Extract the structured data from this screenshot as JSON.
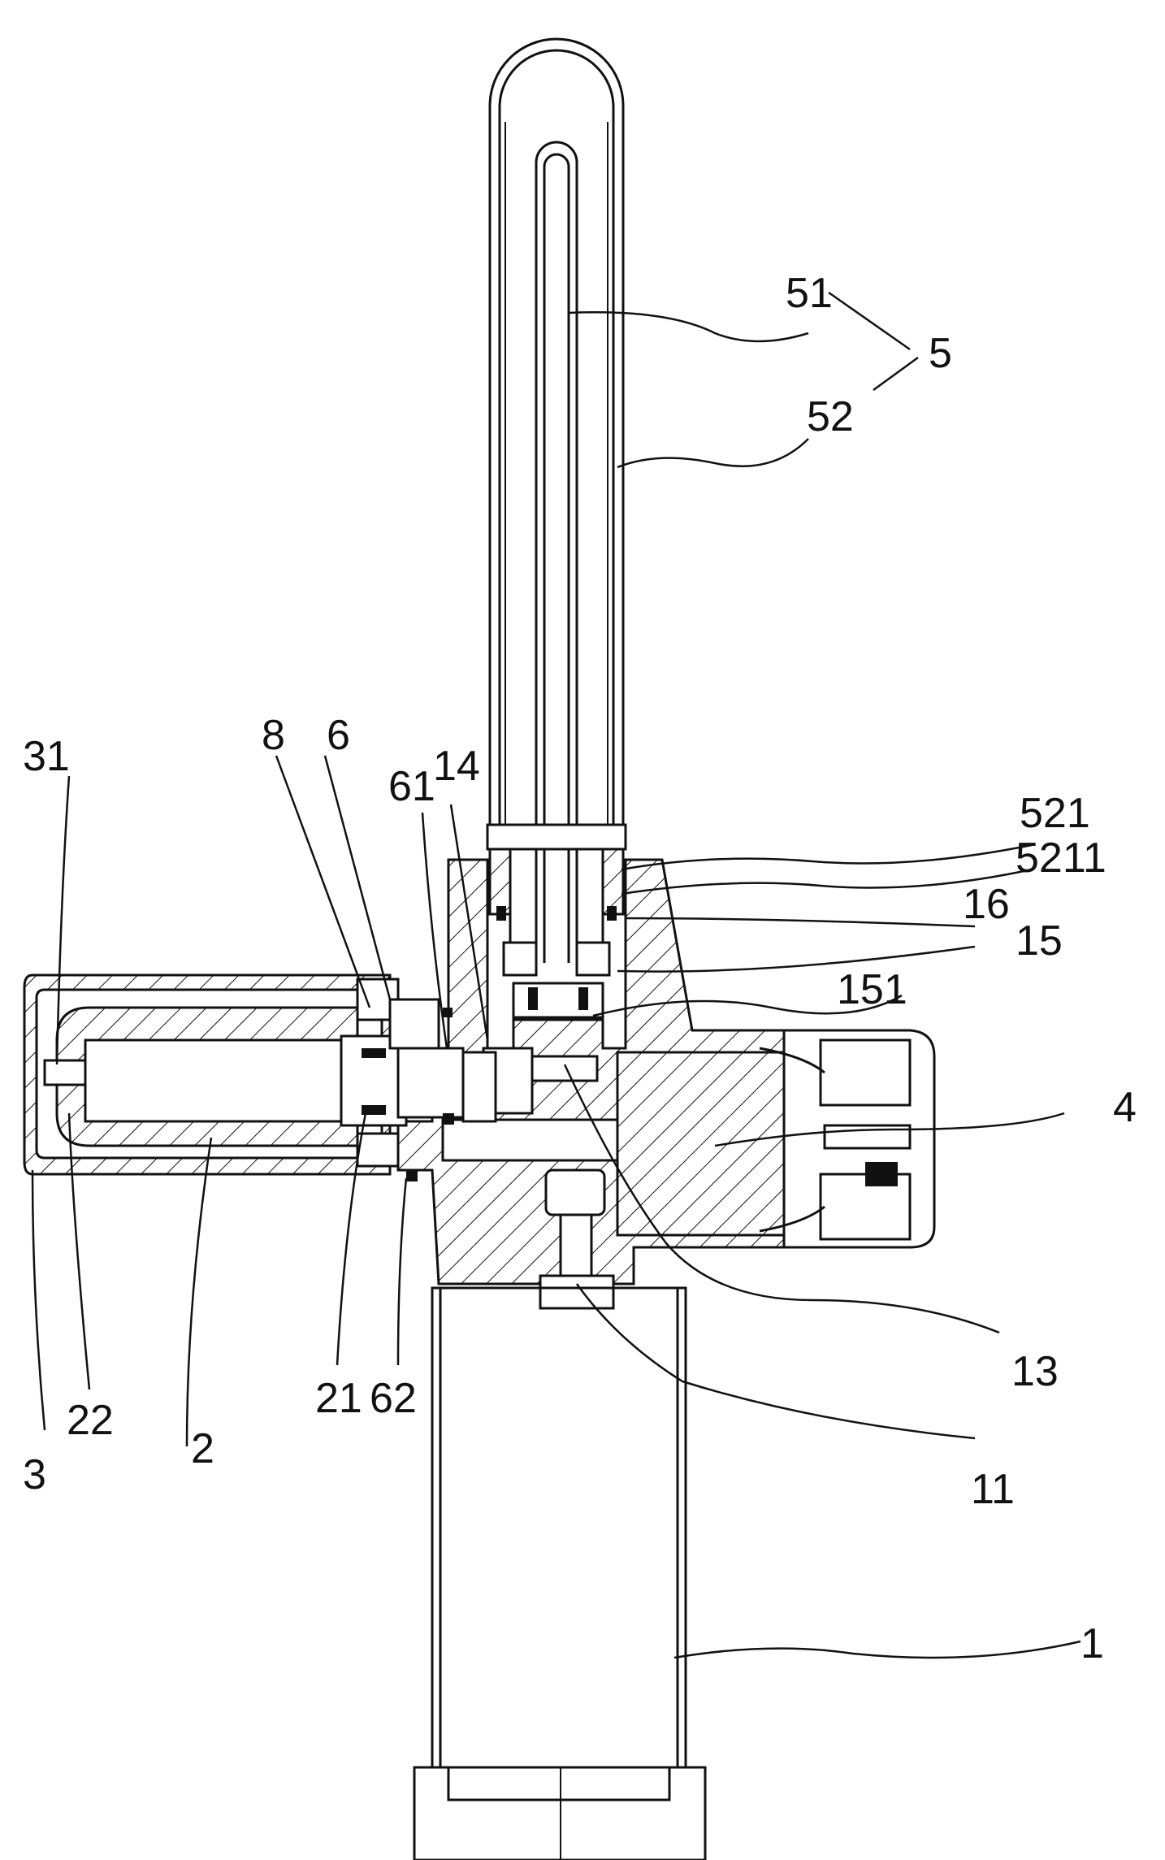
{
  "labels": {
    "l51": "51",
    "l5": "5",
    "l52": "52",
    "l521": "521",
    "l5211": "5211",
    "l16": "16",
    "l15": "15",
    "l151": "151",
    "l4": "4",
    "l13": "13",
    "l11": "11",
    "l1": "1",
    "l31": "31",
    "l8": "8",
    "l6": "6",
    "l61": "61",
    "l14": "14",
    "l3": "3",
    "l22": "22",
    "l2": "2",
    "l21": "21",
    "l62": "62"
  }
}
